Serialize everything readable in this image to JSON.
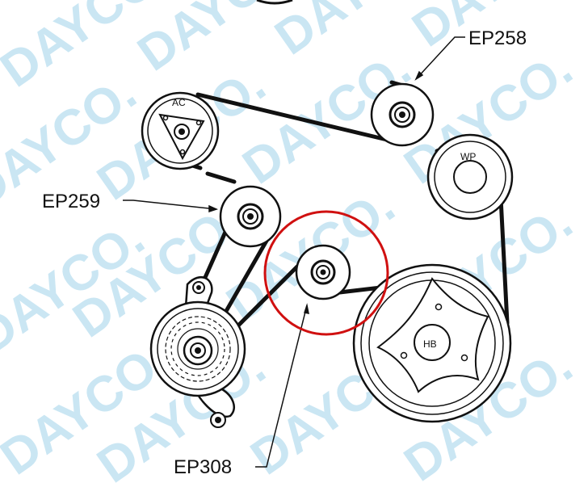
{
  "watermark": {
    "text": "DAYCO.",
    "color": "#9fd3ea"
  },
  "pulleys": {
    "ac": {
      "label": "AC"
    },
    "wp": {
      "label": "WP"
    },
    "hb": {
      "label": "HB"
    }
  },
  "callouts": {
    "ep258": "EP258",
    "ep259": "EP259",
    "ep308": "EP308"
  },
  "highlight": {
    "color": "#d01010"
  }
}
